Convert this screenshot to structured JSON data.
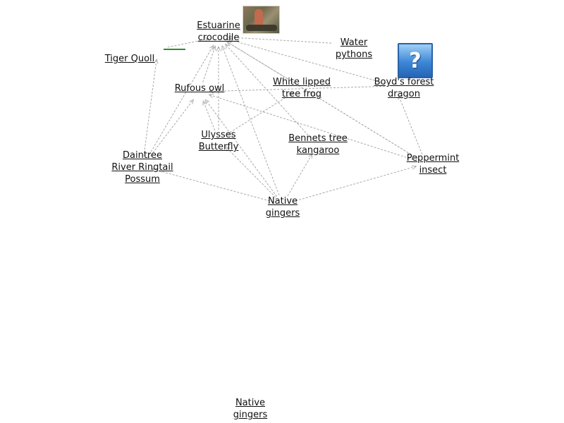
{
  "nodes": {
    "estuarine_crocodile": [
      "Estuarine",
      "crocodile"
    ],
    "water_pythons": [
      "Water",
      "pythons"
    ],
    "tiger_quoll": [
      "Tiger Quoll"
    ],
    "rufous_owl": [
      "Rufous owl"
    ],
    "white_lipped_tree_frog": [
      "White lipped",
      "tree frog"
    ],
    "boyds_forest_dragon": [
      "Boyd's forest",
      "dragon"
    ],
    "ulysses_butterfly": [
      "Ulysses",
      "Butterfly"
    ],
    "bennets_tree_kangaroo": [
      "Bennets tree",
      "kangaroo"
    ],
    "peppermint_insect": [
      "Peppermint",
      "insect"
    ],
    "daintree_river_ringtail_possum": [
      "Daintree",
      "River Ringtail",
      "Possum"
    ],
    "native_gingers": [
      "Native",
      "gingers"
    ],
    "native_gingers_lower": [
      "Native",
      "gingers"
    ]
  },
  "icons": {
    "crocodile_photo": "crocodile-photo",
    "unknown_image": "question-mark-icon"
  },
  "links": [
    [
      "tiger_quoll",
      "estuarine_crocodile"
    ],
    [
      "water_pythons",
      "estuarine_crocodile"
    ],
    [
      "boyds_forest_dragon",
      "estuarine_crocodile"
    ],
    [
      "boyds_forest_dragon",
      "rufous_owl"
    ],
    [
      "white_lipped_tree_frog",
      "estuarine_crocodile"
    ],
    [
      "daintree_river_ringtail_possum",
      "tiger_quoll"
    ],
    [
      "daintree_river_ringtail_possum",
      "rufous_owl"
    ],
    [
      "daintree_river_ringtail_possum",
      "estuarine_crocodile"
    ],
    [
      "ulysses_butterfly",
      "rufous_owl"
    ],
    [
      "ulysses_butterfly",
      "estuarine_crocodile"
    ],
    [
      "ulysses_butterfly",
      "white_lipped_tree_frog"
    ],
    [
      "rufous_owl",
      "estuarine_crocodile"
    ],
    [
      "bennets_tree_kangaroo",
      "estuarine_crocodile"
    ],
    [
      "peppermint_insect",
      "estuarine_crocodile"
    ],
    [
      "peppermint_insect",
      "white_lipped_tree_frog"
    ],
    [
      "peppermint_insect",
      "rufous_owl"
    ],
    [
      "peppermint_insect",
      "boyds_forest_dragon"
    ],
    [
      "native_gingers",
      "estuarine_crocodile"
    ],
    [
      "native_gingers",
      "rufous_owl"
    ],
    [
      "native_gingers",
      "daintree_river_ringtail_possum"
    ],
    [
      "native_gingers",
      "bennets_tree_kangaroo"
    ],
    [
      "native_gingers",
      "peppermint_insect"
    ],
    [
      "native_gingers",
      "ulysses_butterfly"
    ]
  ],
  "colors": {
    "link": "#a9a9a9",
    "text": "#111111",
    "accent_line": "#2f8a2f"
  }
}
